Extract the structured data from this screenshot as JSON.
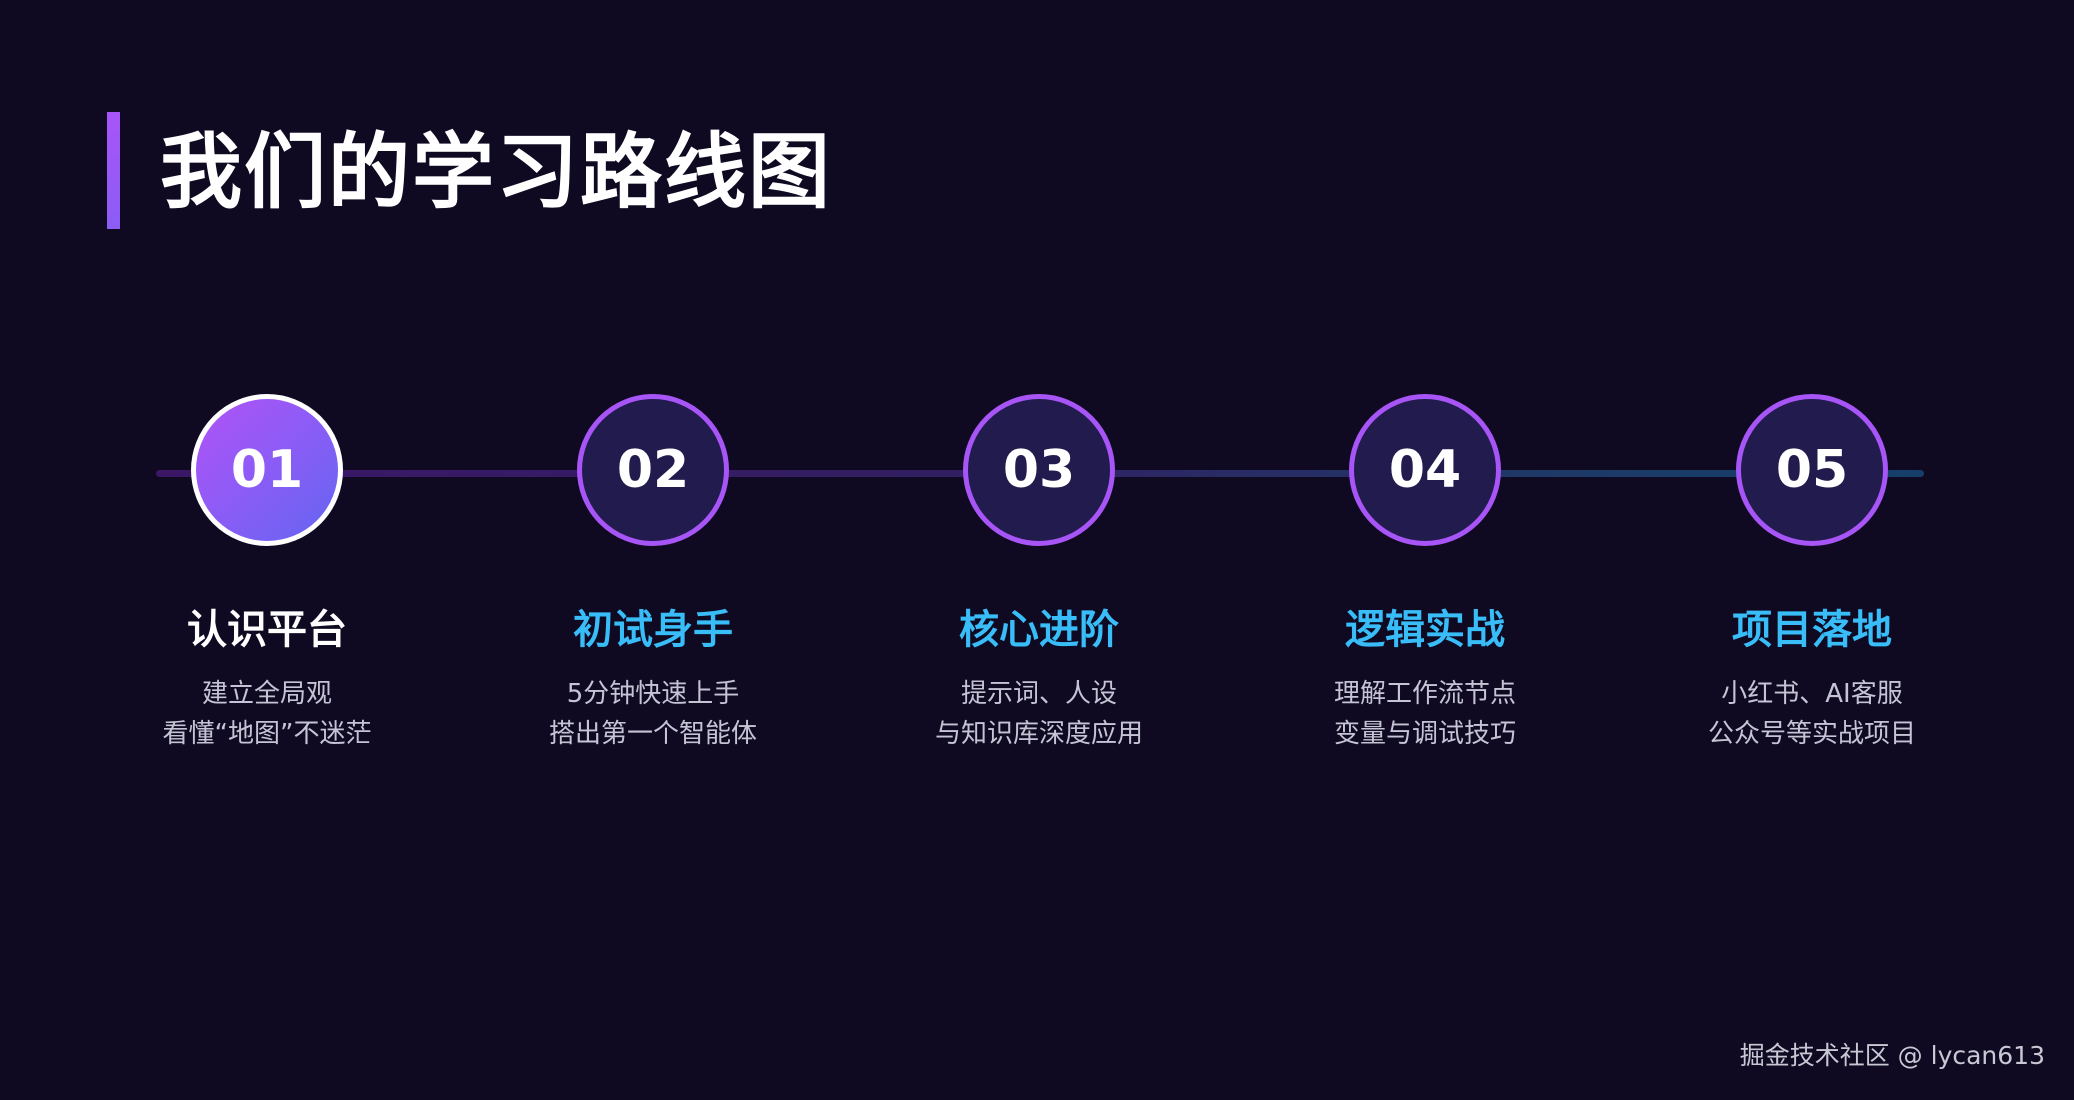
{
  "title": "我们的学习路线图",
  "steps": [
    {
      "number": "01",
      "title": "认识平台",
      "desc_line1": "建立全局观",
      "desc_line2": "看懂“地图”不迷茫"
    },
    {
      "number": "02",
      "title": "初试身手",
      "desc_line1": "5分钟快速上手",
      "desc_line2": "搭出第一个智能体"
    },
    {
      "number": "03",
      "title": "核心进阶",
      "desc_line1": "提示词、人设",
      "desc_line2": "与知识库深度应用"
    },
    {
      "number": "04",
      "title": "逻辑实战",
      "desc_line1": "理解工作流节点",
      "desc_line2": "变量与调试技巧"
    },
    {
      "number": "05",
      "title": "项目落地",
      "desc_line1": "小红书、AI客服",
      "desc_line2": "公众号等实战项目"
    }
  ],
  "colors": {
    "background": "#0f0a22",
    "accent_purple": "#a855f7",
    "accent_blue": "#38bdf8",
    "circle_fill": "#221b4e"
  },
  "watermark": "掘金技术社区 @ lycan613"
}
